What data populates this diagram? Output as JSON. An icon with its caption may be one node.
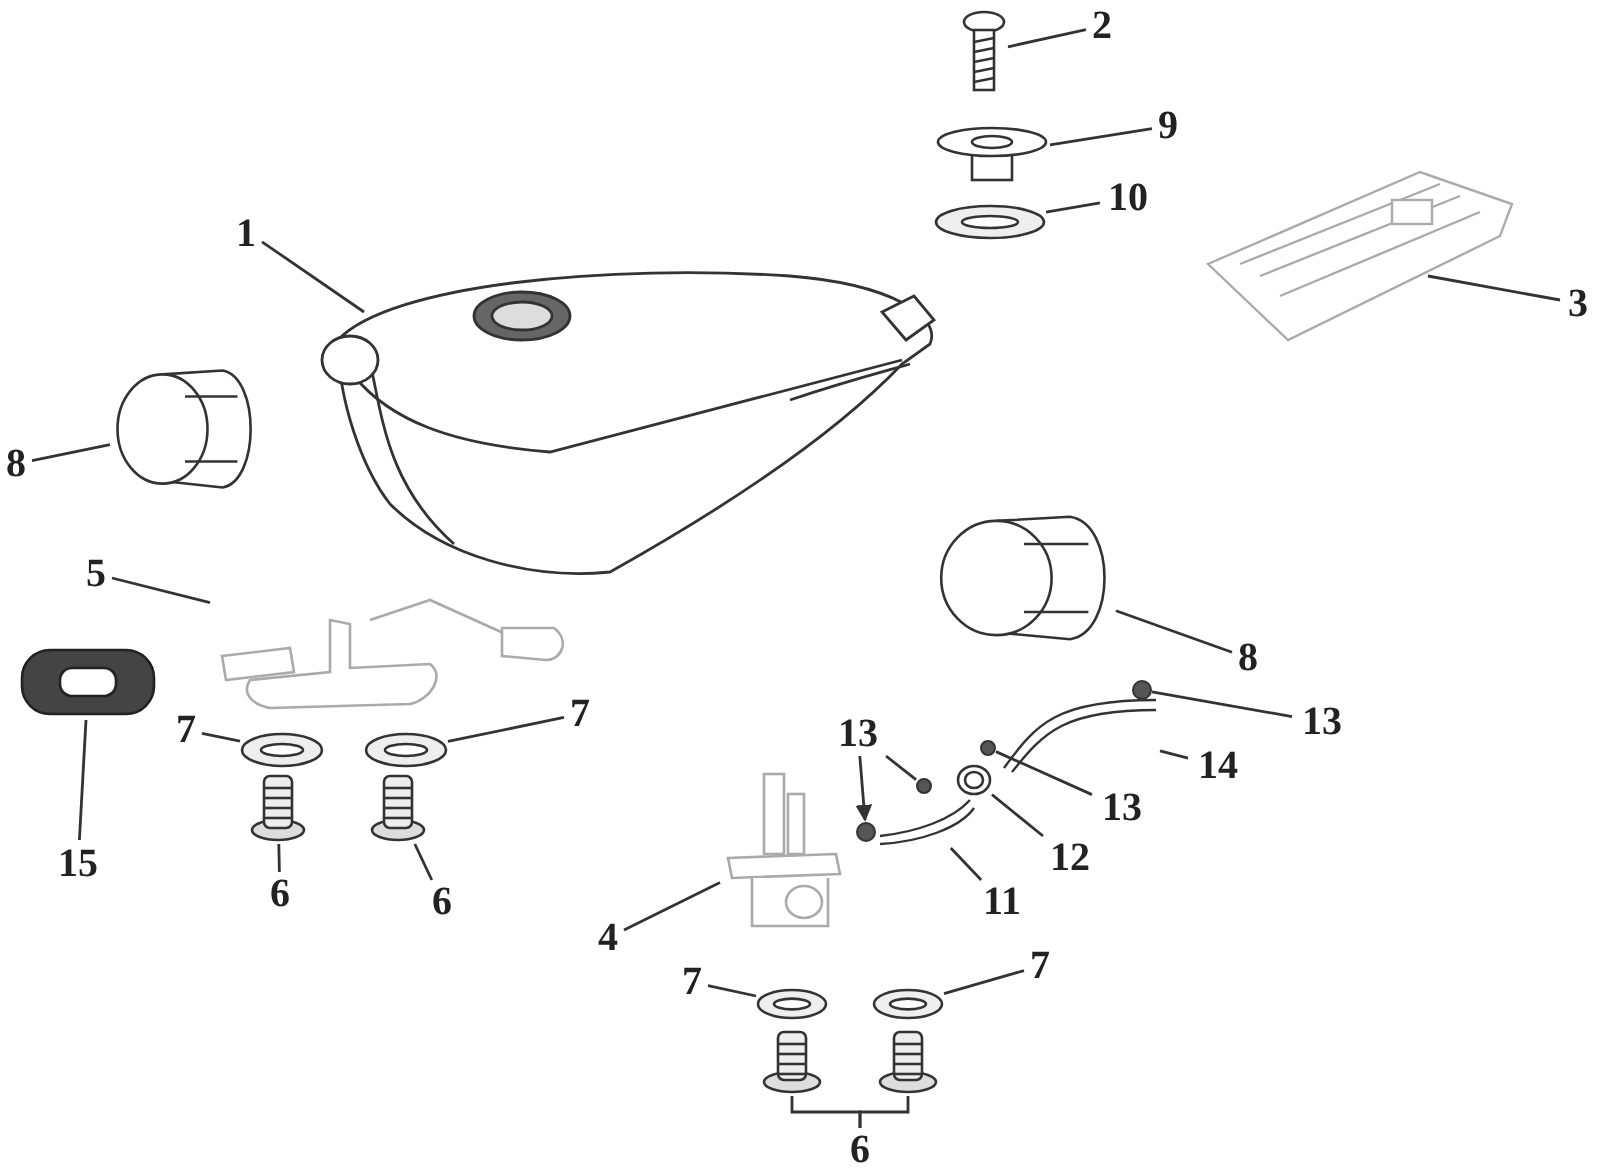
{
  "diagram": {
    "nodes": [
      {
        "text": [
          "2"
        ]
      },
      {
        "text": [],
        "shape": "picture"
      },
      {
        "text": [
          "9"
        ]
      },
      {
        "text": [],
        "shape": "picture"
      },
      {
        "text": [
          "1"
        ]
      },
      {
        "text": [],
        "shape": "picture"
      },
      {
        "text": [
          "10"
        ]
      },
      {
        "text": [],
        "shape": "picture"
      },
      {
        "text": [],
        "shape": "picture"
      },
      {
        "text": [
          "3"
        ]
      },
      {
        "text": [
          "8"
        ]
      },
      {
        "text": [],
        "shape": "picture"
      },
      {
        "text": [
          "5"
        ]
      },
      {
        "text": [],
        "shape": "picture"
      },
      {
        "text": [],
        "shape": "picture"
      },
      {
        "text": [
          "8"
        ]
      },
      {
        "text": [
          "13"
        ]
      },
      {
        "text": [],
        "shape": "circle"
      },
      {
        "text": [
          "14"
        ]
      },
      {
        "text": [],
        "shape": "picture"
      },
      {
        "text": [],
        "shape": "picture"
      },
      {
        "text": [
          "7"
        ]
      },
      {
        "text": [],
        "shape": "picture"
      },
      {
        "text": [],
        "shape": "picture"
      },
      {
        "text": [
          "7"
        ]
      },
      {
        "text": [
          "13"
        ]
      },
      {
        "text": [],
        "shape": "circle"
      },
      {
        "text": [],
        "shape": "circle"
      },
      {
        "text": [
          "13"
        ]
      },
      {
        "text": [],
        "shape": "circle"
      },
      {
        "text": [],
        "shape": "picture"
      },
      {
        "text": [
          "12"
        ]
      },
      {
        "text": [
          "15"
        ]
      },
      {
        "text": [],
        "shape": "picture"
      },
      {
        "text": [
          "11"
        ]
      },
      {
        "text": [],
        "shape": "picture"
      },
      {
        "text": [],
        "shape": "picture"
      },
      {
        "text": [
          "6"
        ]
      },
      {
        "text": [
          "6"
        ]
      },
      {
        "text": [],
        "shape": "picture"
      },
      {
        "text": [
          "4"
        ]
      },
      {
        "text": [
          "7"
        ]
      },
      {
        "text": [],
        "shape": "picture"
      },
      {
        "text": [],
        "shape": "picture"
      },
      {
        "text": [
          "7"
        ]
      },
      {
        "text": [],
        "shape": "picture"
      },
      {
        "text": [],
        "shape": "picture"
      },
      {
        "text": [
          "6"
        ]
      }
    ],
    "edges": [
      {
        "from": 0,
        "to": 1,
        "arrow": "none"
      },
      {
        "from": 2,
        "to": 3,
        "arrow": "none"
      },
      {
        "from": 4,
        "to": 5,
        "arrow": "none"
      },
      {
        "from": 6,
        "to": 7,
        "arrow": "none"
      },
      {
        "from": 9,
        "to": 8,
        "arrow": "none"
      },
      {
        "from": 10,
        "to": 11,
        "arrow": "none"
      },
      {
        "from": 12,
        "to": 13,
        "arrow": "none"
      },
      {
        "from": 15,
        "to": 14,
        "arrow": "none"
      },
      {
        "from": 16,
        "to": 17,
        "arrow": "none"
      },
      {
        "from": 18,
        "to": 19,
        "arrow": "none"
      },
      {
        "from": 21,
        "to": 22,
        "arrow": "none"
      },
      {
        "from": 24,
        "to": 23,
        "arrow": "none"
      },
      {
        "from": 25,
        "to": 26,
        "arrow": "none"
      },
      {
        "from": 25,
        "to": 27,
        "arrow": "to"
      },
      {
        "from": 28,
        "to": 29,
        "arrow": "none"
      },
      {
        "from": 31,
        "to": 30,
        "arrow": "none"
      },
      {
        "from": 32,
        "to": 20,
        "arrow": "none"
      },
      {
        "from": 34,
        "to": 33,
        "arrow": "none"
      },
      {
        "from": 37,
        "to": 35,
        "arrow": "none"
      },
      {
        "from": 38,
        "to": 36,
        "arrow": "none"
      },
      {
        "from": 40,
        "to": 39,
        "arrow": "none"
      },
      {
        "from": 41,
        "to": 42,
        "arrow": "none"
      },
      {
        "from": 44,
        "to": 43,
        "arrow": "none"
      },
      {
        "from": 47,
        "to": 45,
        "arrow": "none"
      },
      {
        "from": 47,
        "to": 46,
        "arrow": "none"
      }
    ]
  }
}
